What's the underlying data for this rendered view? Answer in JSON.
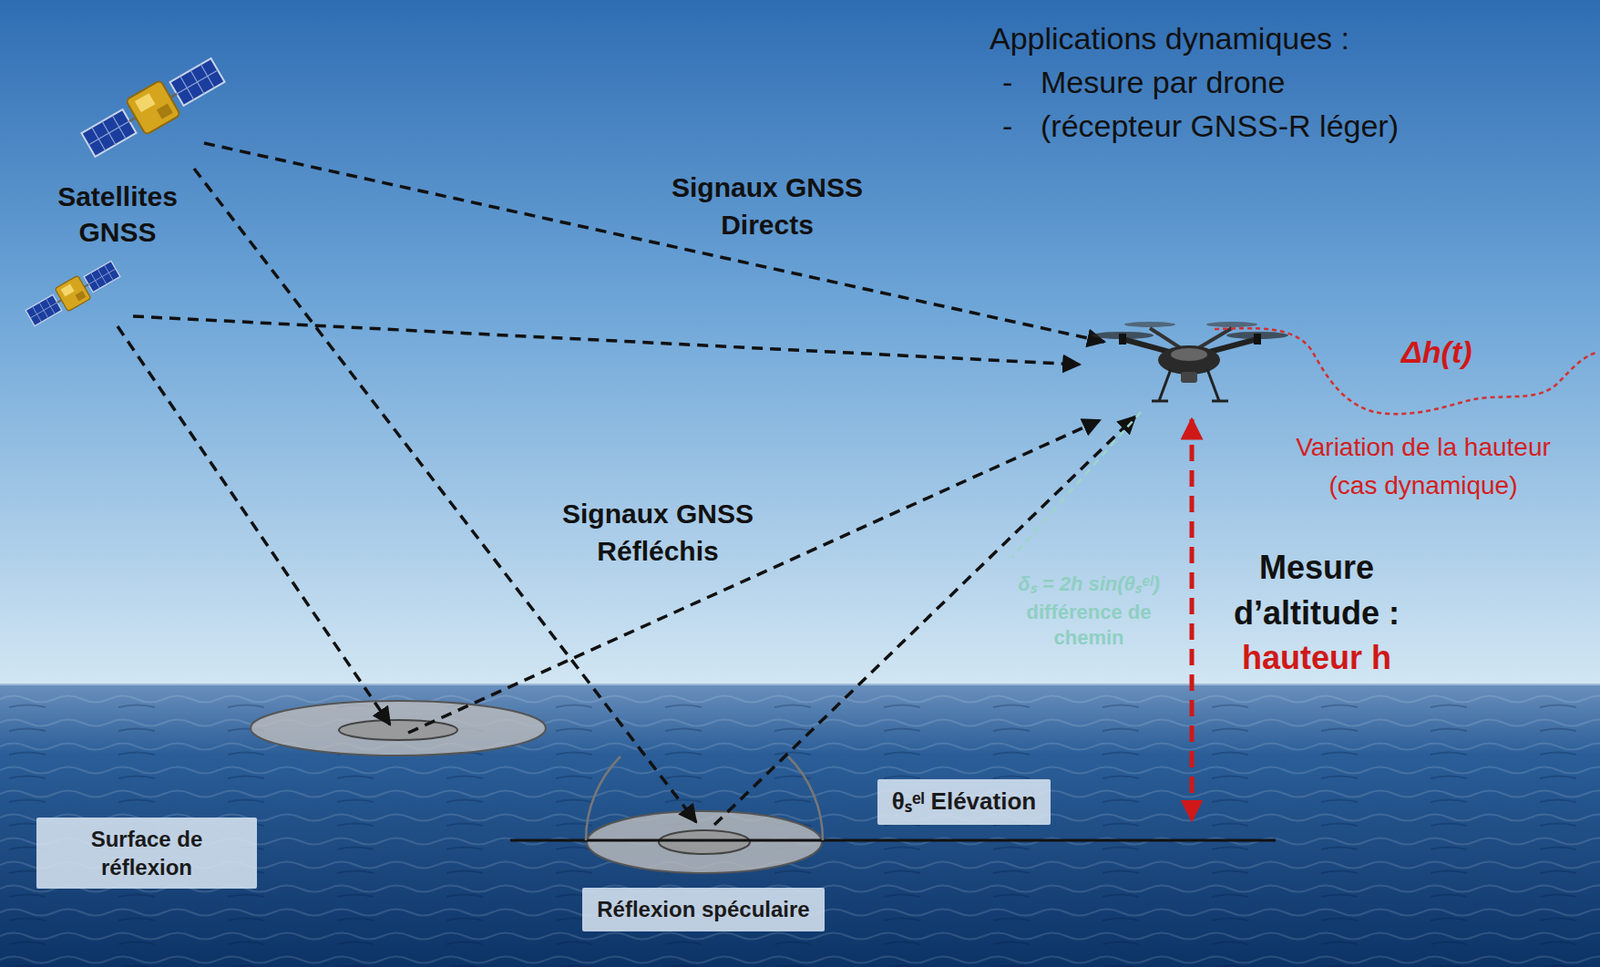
{
  "diagram": {
    "nodes": [
      {
        "text": [
          "θₛᵉˡ Elévation"
        ]
      },
      {
        "text": [
          "Surface de réflexion"
        ]
      },
      {
        "text": [
          "Réflexion spéculaire"
        ]
      }
    ],
    "labels": [
      "Applications dynamiques :",
      "-",
      "Mesure par drone",
      "-",
      "(récepteur GNSS-R léger)",
      "Satellites GNSS",
      "Signaux GNSS Directs",
      "Signaux GNSS Réfléchis",
      "Δh(t)",
      "Variation de la hauteur (cas dynamique)",
      "δₛ = 2h sin(θₛᵉˡ)",
      "différence de chemin",
      "Mesure d’altitude :",
      "hauteur h"
    ]
  }
}
